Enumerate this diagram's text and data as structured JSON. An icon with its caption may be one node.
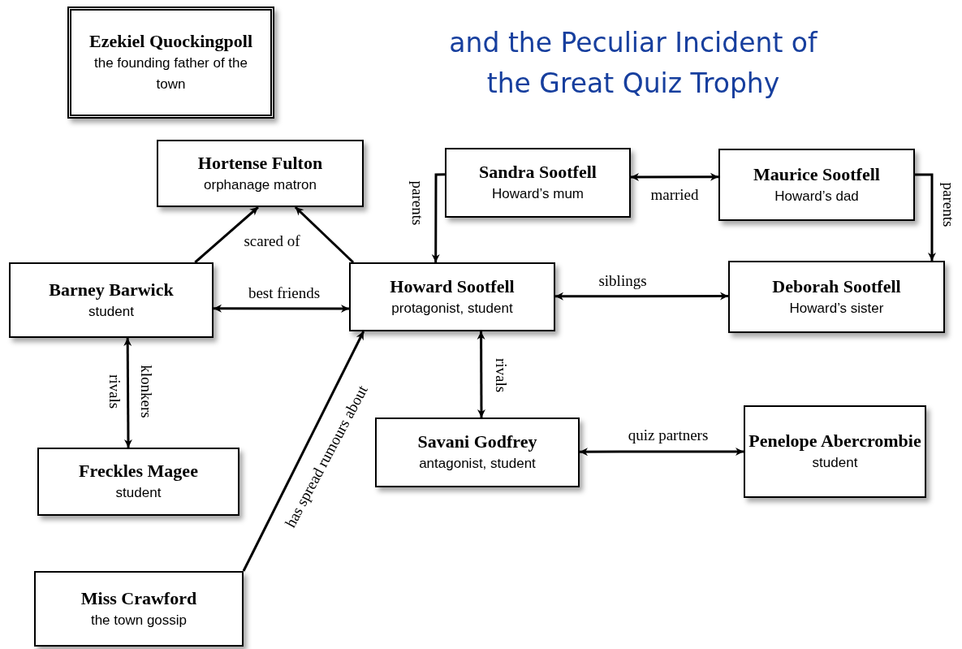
{
  "diagram": {
    "title": "and the Peculiar Incident of the Great Quiz Trophy",
    "nodes": [
      {
        "text": [
          "Ezekiel Quockingpoll",
          "the founding father of the town"
        ]
      },
      {
        "text": [
          "Hortense Fulton",
          "orphanage matron"
        ]
      },
      {
        "text": [
          "Sandra Sootfell",
          "Howard’s mum"
        ]
      },
      {
        "text": [
          "Maurice Sootfell",
          "Howard’s dad"
        ]
      },
      {
        "text": [
          "Barney Barwick",
          "student"
        ]
      },
      {
        "text": [
          "Howard Sootfell",
          "protagonist, student"
        ]
      },
      {
        "text": [
          "Deborah Sootfell",
          "Howard’s sister"
        ]
      },
      {
        "text": [
          "Freckles Magee",
          "student"
        ]
      },
      {
        "text": [
          "Savani Godfrey",
          "antagonist, student"
        ]
      },
      {
        "text": [
          "Penelope Abercrombie",
          "student"
        ]
      },
      {
        "text": [
          "Miss Crawford",
          "the town gossip"
        ]
      }
    ],
    "edges": [
      {
        "from": 4,
        "to": 1,
        "arrow": "to",
        "label": "scared of"
      },
      {
        "from": 5,
        "to": 1,
        "arrow": "to"
      },
      {
        "from": 4,
        "to": 5,
        "arrow": "both",
        "label": "best friends"
      },
      {
        "from": 2,
        "to": 5,
        "arrow": "to",
        "label": "parents"
      },
      {
        "from": 2,
        "to": 3,
        "arrow": "both",
        "label": "married"
      },
      {
        "from": 3,
        "to": 6,
        "arrow": "to",
        "label": "parents"
      },
      {
        "from": 5,
        "to": 6,
        "arrow": "both",
        "label": "siblings"
      },
      {
        "from": 4,
        "to": 7,
        "arrow": "both",
        "label": "rivals"
      },
      {
        "from": 5,
        "to": 8,
        "arrow": "both",
        "label": "rivals"
      },
      {
        "from": 8,
        "to": 9,
        "arrow": "both",
        "label": "quiz partners"
      },
      {
        "from": 10,
        "to": 5,
        "arrow": "to",
        "label": "has spread rumours about"
      }
    ],
    "labels": [
      "klonkers"
    ]
  }
}
